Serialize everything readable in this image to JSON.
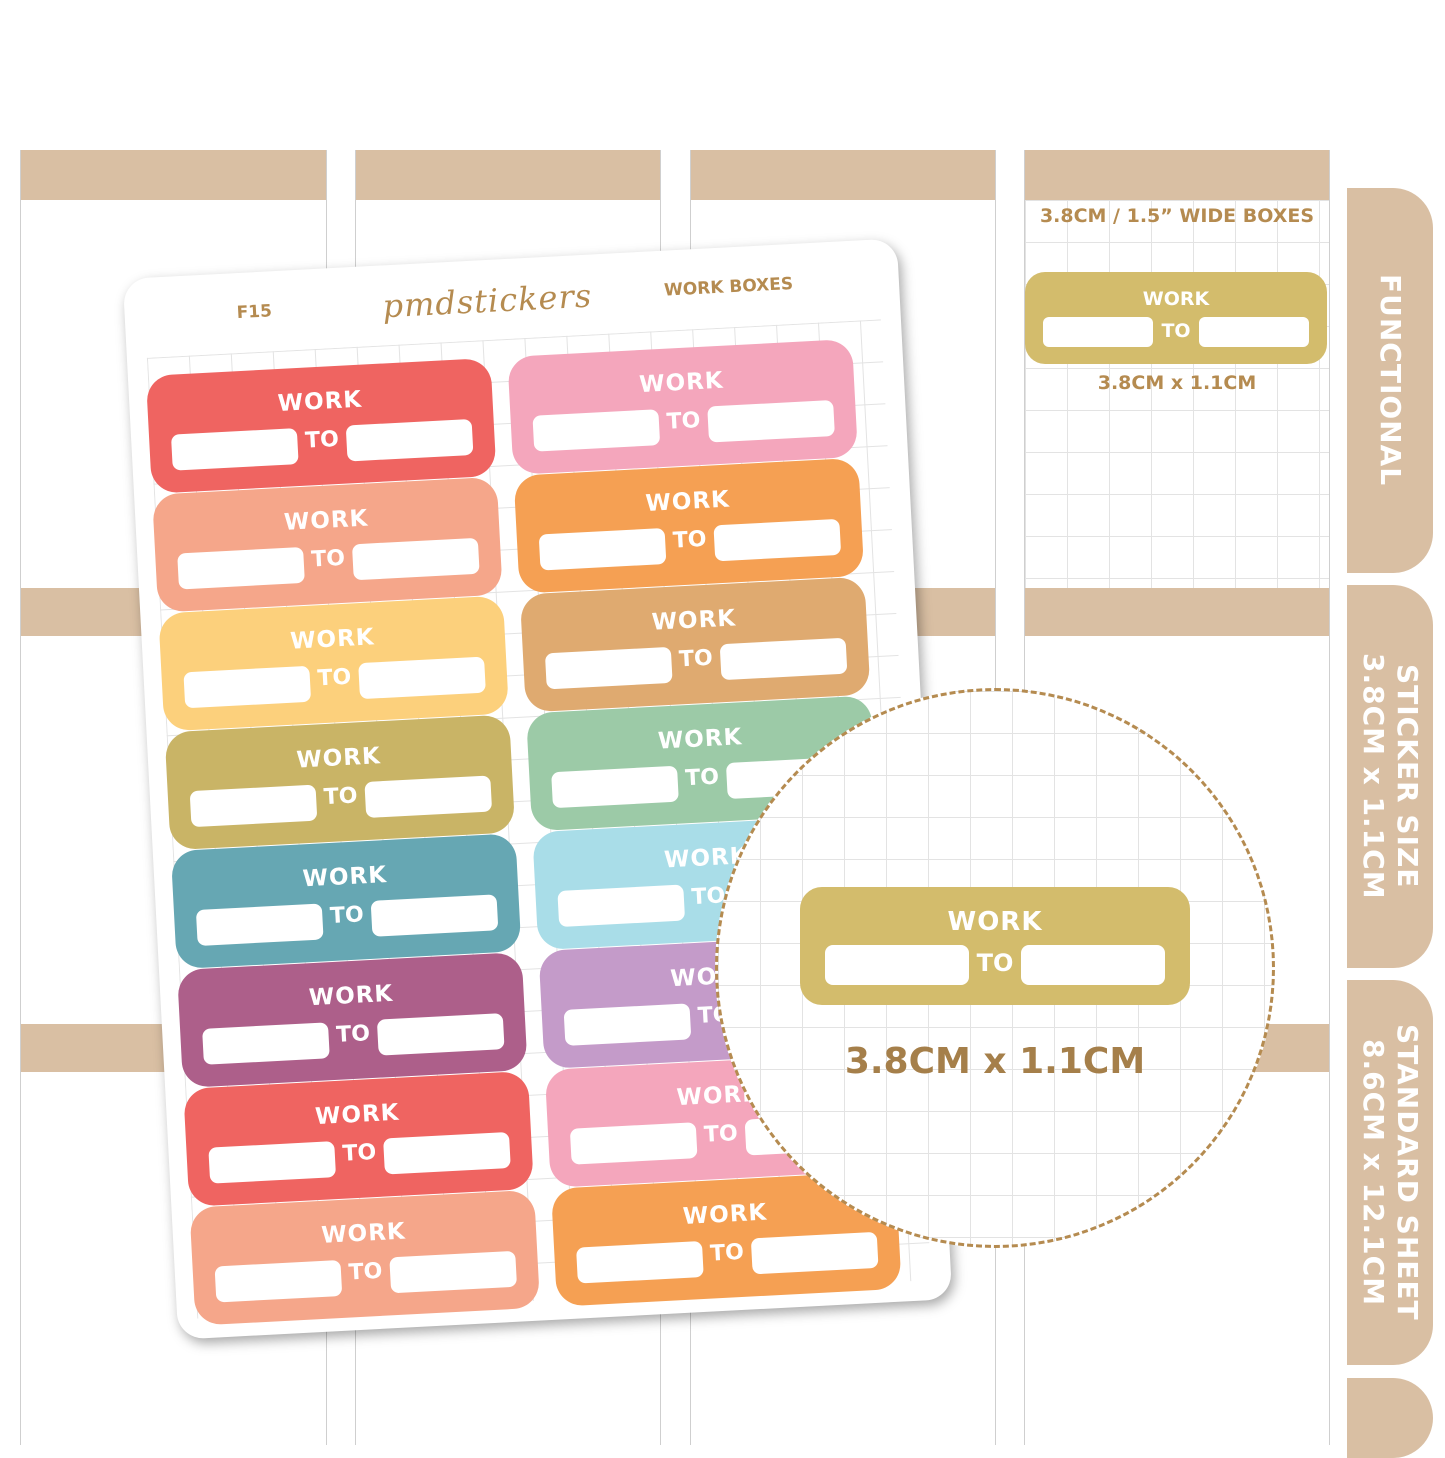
{
  "side_tabs": [
    {
      "text": "FUNCTIONAL"
    },
    {
      "text": "STICKER SIZE\n3.8CM x 1.1CM"
    },
    {
      "text": "STANDARD SHEET\n8.6CM x 12.1CM"
    },
    {
      "text": ""
    }
  ],
  "info": {
    "heading": "3.8CM / 1.5” WIDE BOXES",
    "sample_size": "3.8CM x 1.1CM"
  },
  "sheet": {
    "code": "F15",
    "brand": "pmdstickers",
    "title": "WORK BOXES"
  },
  "label_text": {
    "work": "WORK",
    "to": "TO"
  },
  "labels_left": [
    "#ef6461",
    "#f5a68a",
    "#fcd07c",
    "#c9b466",
    "#66a7b3",
    "#ad5f8a",
    "#ef6461",
    "#f5a68a"
  ],
  "labels_right": [
    "#f4a6bc",
    "#f5a053",
    "#dfaa70",
    "#9ccaa7",
    "#a9dde8",
    "#c49bc9",
    "#f4a6bc",
    "#f5a053"
  ],
  "zoom": {
    "work": "WORK",
    "to": "TO",
    "size": "3.8CM x 1.1CM"
  }
}
